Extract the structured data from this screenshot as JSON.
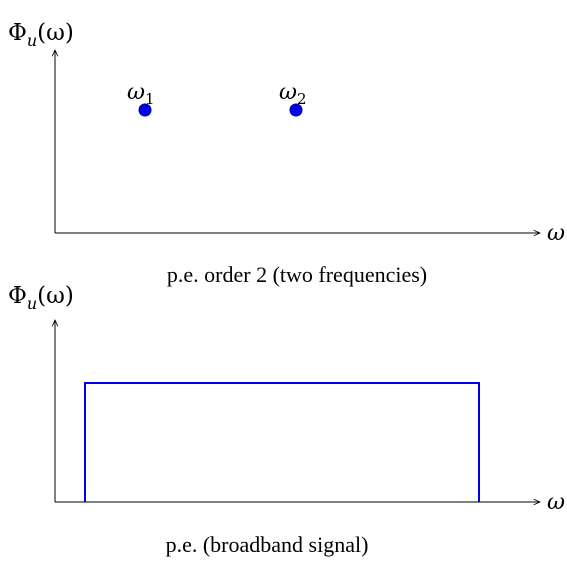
{
  "colors": {
    "axis": "#000000",
    "accent": "#0000ee",
    "marker": "#0000ee"
  },
  "top": {
    "ylabel_main": "Φ",
    "ylabel_sub": "u",
    "ylabel_arg": "(ω)",
    "xlabel": "ω",
    "caption": "p.e. order 2 (two frequencies)",
    "points": [
      {
        "label_main": "ω",
        "label_sub": "1"
      },
      {
        "label_main": "ω",
        "label_sub": "2"
      }
    ]
  },
  "bottom": {
    "ylabel_main": "Φ",
    "ylabel_sub": "u",
    "ylabel_arg": "(ω)",
    "xlabel": "ω",
    "caption": "p.e. (broadband signal)"
  }
}
